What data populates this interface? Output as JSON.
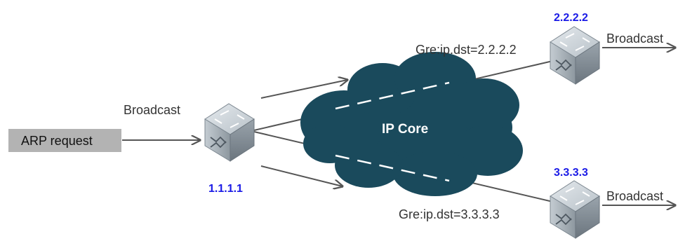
{
  "arp_request": "ARP request",
  "broadcast_in": "Broadcast",
  "ip_core": "IP Core",
  "switches": {
    "source": "1.1.1.1",
    "top": "2.2.2.2",
    "bottom": "3.3.3.3"
  },
  "tunnels": {
    "top": "Gre:ip.dst=2.2.2.2",
    "bottom": "Gre:ip.dst=3.3.3.3"
  },
  "broadcast_out_top": "Broadcast",
  "broadcast_out_bottom": "Broadcast",
  "colors": {
    "cloud": "#1a4a5c",
    "switch_light": "#c9d0d6",
    "switch_dark": "#7c8790",
    "ip_label": "#1a1ae6",
    "arrow": "#555555",
    "arp_box": "#b3b3b3"
  },
  "icons": {
    "switch": "network-switch-icon",
    "cloud": "ip-core-cloud"
  }
}
